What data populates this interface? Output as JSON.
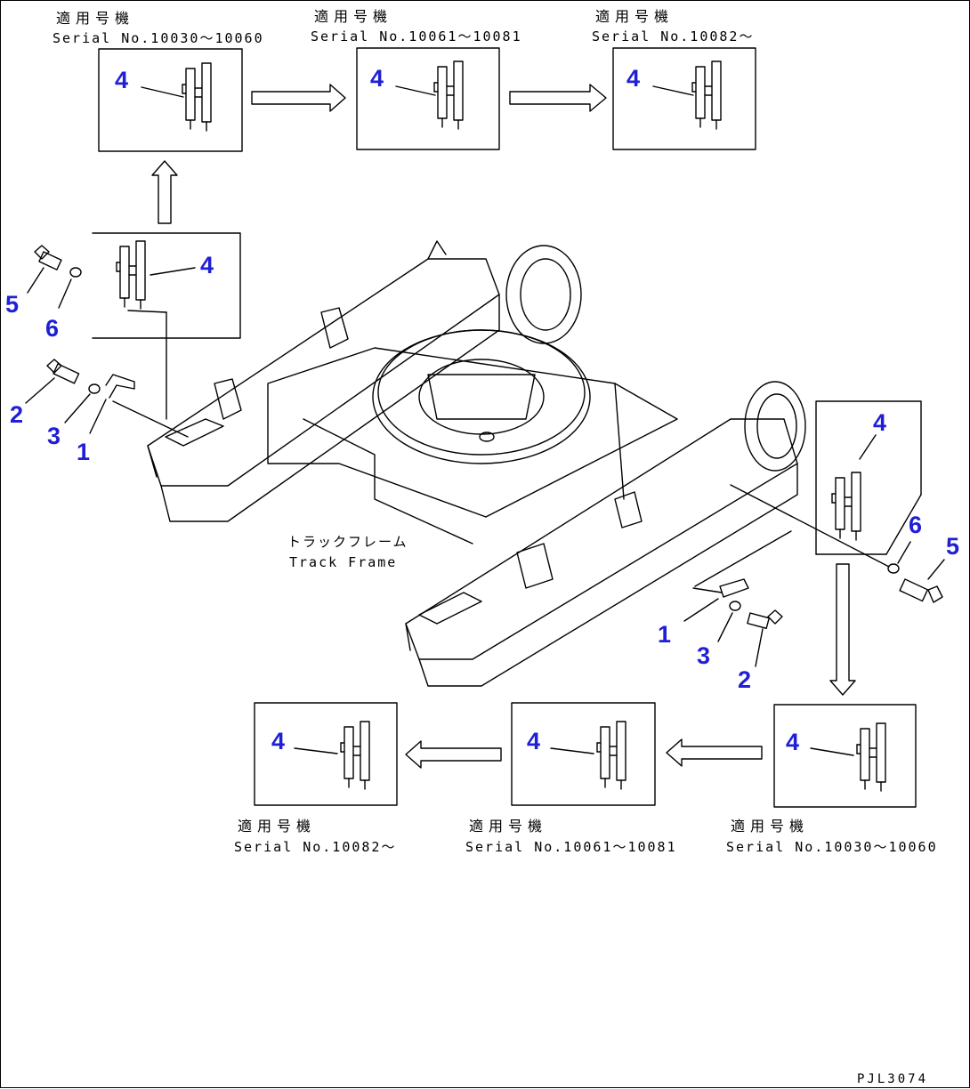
{
  "colors": {
    "callout": "#1f1fd6",
    "line": "#000000"
  },
  "applicability_label": "適用号機",
  "serial_ranges": {
    "a": "Serial No.10030～10060",
    "b": "Serial No.10061～10081",
    "c": "Serial No.10082～"
  },
  "part_numbers": {
    "p1": "1",
    "p2": "2",
    "p3": "3",
    "p4": "4",
    "p5": "5",
    "p6": "6"
  },
  "frame_label_jp": "トラックフレーム",
  "frame_label_en": "Track Frame",
  "drawing_ref": "PJL3074"
}
